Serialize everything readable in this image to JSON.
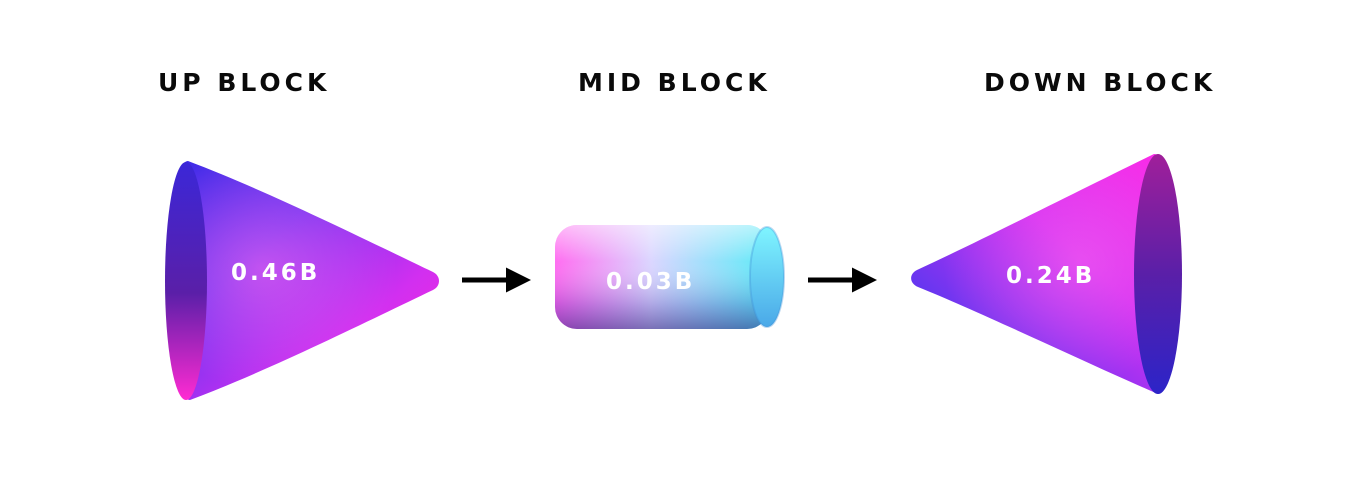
{
  "blocks": {
    "up": {
      "title": "UP BLOCK",
      "value": "0.46B"
    },
    "mid": {
      "title": "MID BLOCK",
      "value": "0.03B"
    },
    "down": {
      "title": "DOWN BLOCK",
      "value": "0.24B"
    }
  },
  "colors": {
    "magenta": "#ff2be0",
    "blue": "#3b28e6",
    "cyan": "#5ff2f5",
    "arrow": "#000000"
  }
}
